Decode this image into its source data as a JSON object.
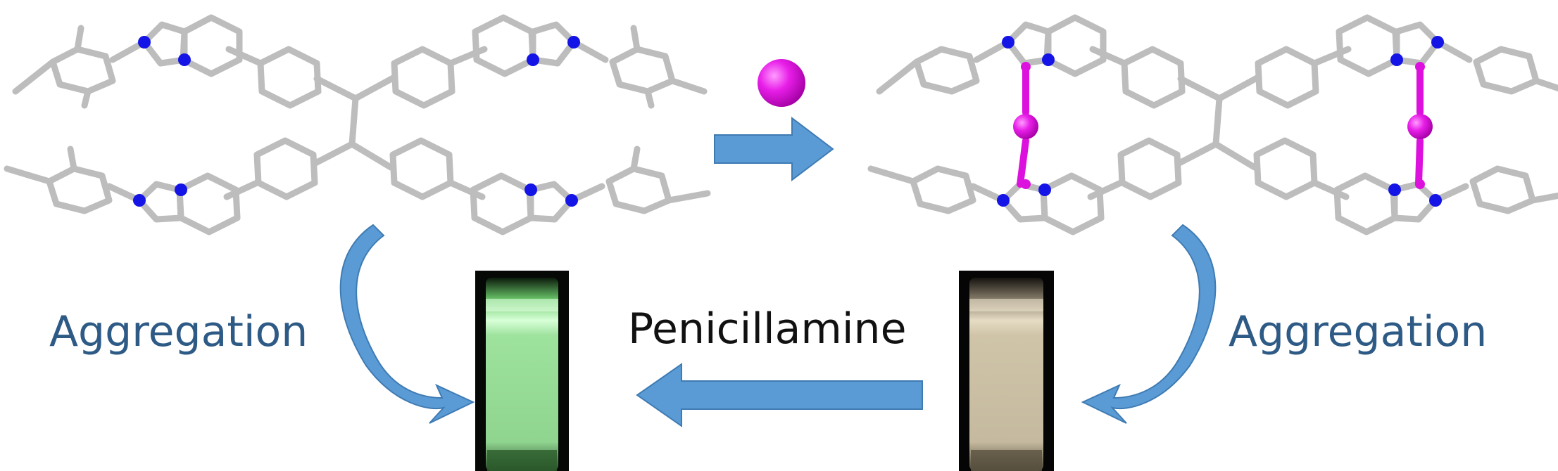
{
  "labels": {
    "aggregation_left": "Aggregation",
    "aggregation_right": "Aggregation",
    "reagent": "Penicillamine"
  },
  "colors": {
    "bond": "#bdbdbd",
    "bond_edge": "#8e8e8e",
    "nitrogen": "#1414e6",
    "metal": "#dd11dd",
    "arrow": "#5b9bd5",
    "arrow_dark": "#3f7bb3",
    "text_blue": "#2e5a86",
    "vial_green": "#8fd88f",
    "vial_beige": "#cfc4a8"
  },
  "structure": {
    "before": "free ligand, tetraphenylethylene core with four N-heterocyclic arms",
    "after": "metal-bridged complex with two metal ions between arms"
  }
}
